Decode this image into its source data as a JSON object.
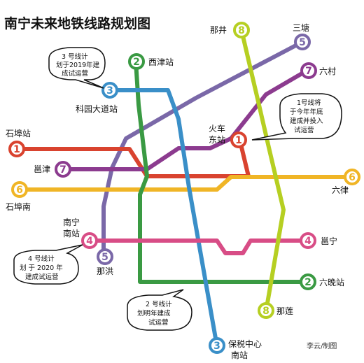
{
  "title": "南宁未来地铁线路规划图",
  "credit": "李云/制图",
  "colors": {
    "line1": "#d9432f",
    "line2": "#3a9a43",
    "line3": "#3a8fc8",
    "line4": "#d84d86",
    "line5": "#7a68a8",
    "line6": "#f0b526",
    "line7": "#8c3b8f",
    "line8": "#b6cf22"
  },
  "lines": [
    {
      "id": "1",
      "badges": [
        "1",
        "1"
      ]
    },
    {
      "id": "2",
      "badges": [
        "2",
        "2"
      ]
    },
    {
      "id": "3",
      "badges": [
        "3",
        "3"
      ]
    },
    {
      "id": "4",
      "badges": [
        "4",
        "4"
      ]
    },
    {
      "id": "5",
      "badges": [
        "5",
        "5"
      ]
    },
    {
      "id": "6",
      "badges": [
        "6",
        "6"
      ]
    },
    {
      "id": "7",
      "badges": [
        "7",
        "7"
      ]
    },
    {
      "id": "8",
      "badges": [
        "8",
        "8"
      ]
    }
  ],
  "stations": {
    "shibu": "石埠站",
    "yongjin": "邕津",
    "shibunan": "石埠南",
    "xijin": "西津站",
    "keyuan": "科园大道站",
    "huoche_l1": "火车",
    "huoche_l2": "东站",
    "najing": "那井",
    "santang": "三塘",
    "liucun": "六村",
    "liujin": "六律",
    "nanning_l1": "南宁",
    "nanning_l2": "南站",
    "nahong": "那洪",
    "yongning": "邕宁",
    "liuwan": "六晚站",
    "nalian": "那莲",
    "baoshui_l1": "保税中心",
    "baoshui_l2": "南站"
  },
  "callouts": {
    "line3": [
      "3 号线计",
      "划于2019年建",
      "成试运营"
    ],
    "line1": [
      "1号线将",
      "于今年年底",
      "建成并投入",
      "试运营"
    ],
    "line4": [
      "4 号线计",
      "划 于 2020 年",
      "建成试运营"
    ],
    "line2": [
      "2 号线计",
      "划明年建成",
      "试运营"
    ]
  }
}
